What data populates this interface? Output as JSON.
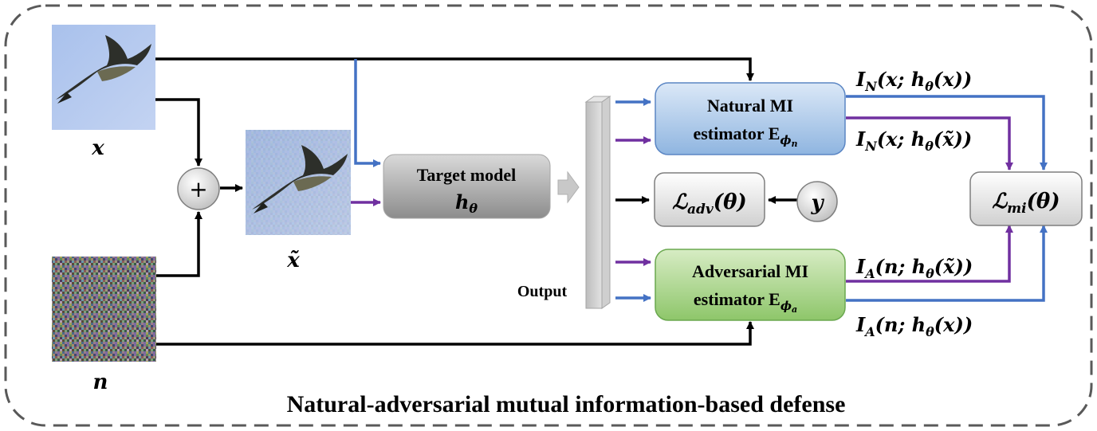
{
  "caption": "Natural-adversarial mutual information-based defense",
  "inputs": {
    "x_label": "x",
    "x_tilde_label": "x̃",
    "n_label": "n",
    "add_symbol": "+"
  },
  "target_model": {
    "line1": "Target model",
    "line2": "h",
    "sub": "θ"
  },
  "output_label": "Output",
  "natural_estimator": {
    "line1": "Natural MI",
    "line2": "estimator E",
    "sub": "ϕ",
    "subsub": "n"
  },
  "adversarial_estimator": {
    "line1": "Adversarial MI",
    "line2": "estimator E",
    "sub": "ϕ",
    "subsub": "a"
  },
  "loss_adv": {
    "main": "ℒ",
    "sub": "adv",
    "arg": "(θ)"
  },
  "loss_mi": {
    "main": "ℒ",
    "sub": "mi",
    "arg": "(θ)"
  },
  "y_label": "y",
  "terms": {
    "in_x": {
      "I": "I",
      "sub": "N",
      "rest": "(x; h",
      "th": "θ",
      "tail": "(x))"
    },
    "in_xt": {
      "I": "I",
      "sub": "N",
      "rest": "(x; h",
      "th": "θ",
      "tail": "(x̃))"
    },
    "ia_xt": {
      "I": "I",
      "sub": "A",
      "rest": "(n; h",
      "th": "θ",
      "tail": "(x̃))"
    },
    "ia_x": {
      "I": "I",
      "sub": "A",
      "rest": "(n; h",
      "th": "θ",
      "tail": "(x))"
    }
  },
  "colors": {
    "blue_arrow": "#4472c4",
    "purple_arrow": "#7030a0",
    "black_arrow": "#000000",
    "natural_fill_top": "#dbe8f7",
    "natural_fill_bottom": "#8fb5e0",
    "adversarial_fill_top": "#d7ecc4",
    "adversarial_fill_bottom": "#8ec66a",
    "target_fill_top": "#d9d9d9",
    "target_fill_bottom": "#8c8c8c",
    "frame_dash": "#595959"
  }
}
